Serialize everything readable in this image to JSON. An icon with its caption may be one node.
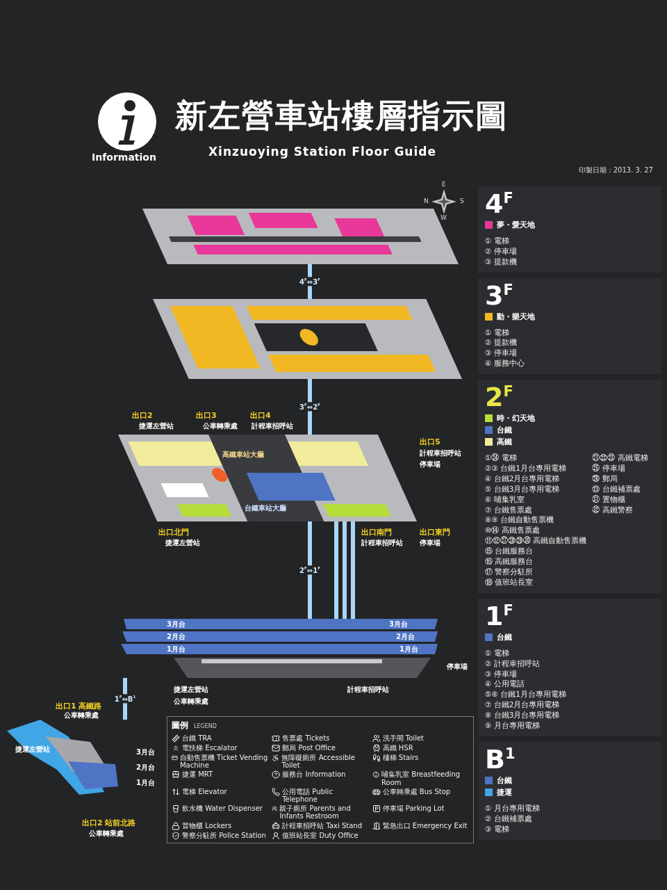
{
  "diagram": {
    "title": "新左營車站樓層指示圖",
    "nodes": [
      {
        "text": [],
        "shape": "picture"
      },
      {
        "text": [],
        "shape": "picture"
      },
      {
        "text": [
          "高鐵車站大廳",
          "台鐵車站大廳"
        ],
        "beside": [
          "出口2",
          "捷運左營站",
          "出口3",
          "公車轉乘處",
          "出口4",
          "計程車招呼站",
          "出口5",
          "計程車招呼站",
          "停車場",
          "出口北門",
          "捷運左營站",
          "出口南門",
          "計程車招呼站",
          "出口東門",
          "停車場"
        ]
      },
      {
        "text": [
          "3月台",
          "3月台",
          "2月台",
          "2月台",
          "1月台",
          "1月台"
        ],
        "beside": [
          "捷運左營站",
          "公車轉乘處",
          "計程車招呼站",
          "停車場"
        ]
      },
      {
        "text": [
          "捷運左營站",
          "3月台",
          "2月台",
          "1月台"
        ],
        "beside": [
          "出口1 高鐵路",
          "公車轉乘處",
          "出口2 站前北路",
          "公車轉乘處"
        ]
      }
    ],
    "edges": [
      {
        "from": 0,
        "to": 1,
        "arrow": "none",
        "label": "4$^{F}$⇔3$^{F}$"
      },
      {
        "from": 1,
        "to": 2,
        "arrow": "none",
        "label": "3$^{F}$⇔2$^{F}$"
      },
      {
        "from": 2,
        "to": 3,
        "arrow": "none",
        "label": "2$^{F}$⇔1$^{F}$"
      },
      {
        "from": 2,
        "to": 3,
        "arrow": "none"
      },
      {
        "from": 2,
        "to": 3,
        "arrow": "none"
      },
      {
        "from": 2,
        "to": 3,
        "arrow": "none"
      },
      {
        "from": 3,
        "to": 4,
        "arrow": "none",
        "label": "1$^{F}$⇔B$^{1}$"
      }
    ],
    "labels": [
      "Information",
      "Xinzuoying Station Floor Guide",
      "印製日期：2013. 3. 27",
      "E",
      "N",
      "S",
      "W",
      "4$^{F}$",
      "① 電梯",
      "② 停車場",
      "③ 提款機",
      "3$^{F}$",
      "① 電梯",
      "② 提款機",
      "③ 停車場",
      "④ 服務中心",
      "2$^{F}$",
      "①㉔ 電梯",
      "②③ 台鐵1月台專用電梯",
      "④ 台鐵2月台專用電梯",
      "⑤ 台鐵3月台專用電梯",
      "⑥ 哺集乳室",
      "⑦ 台鐵售票處",
      "⑧⑨ 台鐵自動售票機",
      "⑩⑭ 高鐵售票處",
      "⑪⑫㉗㉘㉙㉚ 高鐵自動售票機",
      "⑮ 台鐵服務台",
      "⑯ 高鐵服務台",
      "⑰ 警察分駐所",
      "⑱ 值班站長室",
      "㉑㉒㉓ 高鐵電梯",
      "㉕ 停車場",
      "㉖ 郵局",
      "⑬ 台鐵補票處",
      "㉛ 置物櫃",
      "㉜ 高鐵警察",
      "1$^{F}$",
      "① 電梯",
      "② 計程車招呼站",
      "③ 停車場",
      "④ 公用電話",
      "⑤⑥ 台鐵1月台專用電梯",
      "⑦ 台鐵2月台專用電梯",
      "⑧ 台鐵3月台專用電梯",
      "⑨ 月台專用電梯",
      "B$^{1}$",
      "① 月台專用電梯",
      "② 台鐵補票處",
      "③ 電梯",
      "圖例",
      "LEGEND"
    ],
    "legend": [
      {
        "text": "夢・愛天地",
        "color": "#e8389a"
      },
      {
        "text": "動・樂天地",
        "color": "#f2b824"
      },
      {
        "text": "時・幻天地",
        "color": "#b6dd3a"
      },
      {
        "text": "台鐵",
        "color": "#4f74c4"
      },
      {
        "text": "高鐵",
        "color": "#f1ec9c"
      },
      {
        "text": "台鐵",
        "color": "#4f74c4"
      },
      {
        "text": "台鐵",
        "color": "#4f74c4"
      },
      {
        "text": "捷運",
        "color": "#40a6e6"
      },
      {
        "text": "台鐵 TRA"
      },
      {
        "text": "售票處 Tickets"
      },
      {
        "text": "洗手間 Toilet"
      },
      {
        "text": "電扶梯 Escalator"
      },
      {
        "text": "郵局 Post Office"
      },
      {
        "text": "高鐵 HSR"
      },
      {
        "text": "自動售票機 Ticket Vending Machine"
      },
      {
        "text": "無障礙廁所 Accessible Toilet"
      },
      {
        "text": "樓梯 Stairs"
      },
      {
        "text": "捷運 MRT"
      },
      {
        "text": "服務台 Information"
      },
      {
        "text": "哺集乳室 Breastfeeding Room"
      },
      {
        "text": "電梯 Elevator"
      },
      {
        "text": "公用電話 Public Telephone"
      },
      {
        "text": "公車轉乘處 Bus Stop"
      },
      {
        "text": "飲水機 Water Dispenser"
      },
      {
        "text": "親子廁所 Parents and Infants Restroom"
      },
      {
        "text": "停車場 Parking Lot"
      },
      {
        "text": "置物櫃 Lockers"
      },
      {
        "text": "計程車招呼站 Taxi Stand"
      },
      {
        "text": "緊急出口 Emergency Exit"
      },
      {
        "text": "警察分駐所 Police Station"
      },
      {
        "text": "值班站長室 Duty Office"
      }
    ]
  }
}
